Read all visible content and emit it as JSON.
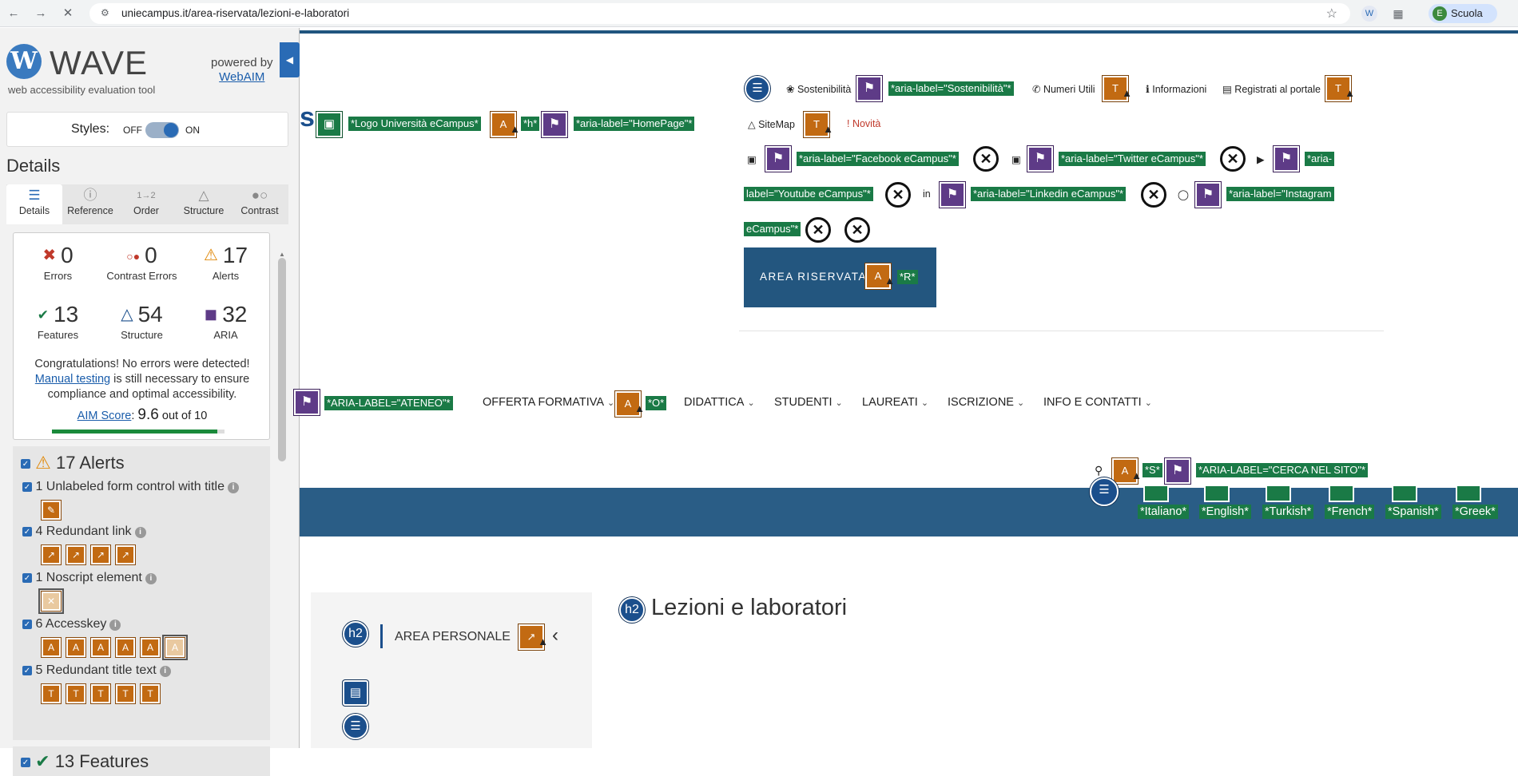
{
  "browser": {
    "url": "uniecampus.it/area-riservata/lezioni-e-laboratori",
    "profile_initial": "E",
    "profile_name": "Scuola"
  },
  "wave": {
    "logo_text": "WAVE",
    "subtitle": "web accessibility evaluation tool",
    "powered_by": "powered by",
    "webaim": "WebAIM",
    "styles_label": "Styles:",
    "styles_off": "OFF",
    "styles_on": "ON",
    "details_heading": "Details",
    "tabs": [
      {
        "label": "Details",
        "icon": "list-icon"
      },
      {
        "label": "Reference",
        "icon": "info-icon"
      },
      {
        "label": "Order",
        "icon": "order-icon"
      },
      {
        "label": "Structure",
        "icon": "structure-icon"
      },
      {
        "label": "Contrast",
        "icon": "contrast-icon"
      }
    ],
    "summary": {
      "errors": {
        "value": "0",
        "label": "Errors"
      },
      "contrast": {
        "value": "0",
        "label": "Contrast Errors"
      },
      "alerts": {
        "value": "17",
        "label": "Alerts"
      },
      "features": {
        "value": "13",
        "label": "Features"
      },
      "structure": {
        "value": "54",
        "label": "Structure"
      },
      "aria": {
        "value": "32",
        "label": "ARIA"
      }
    },
    "congrats_1": "Congratulations! No errors were detected!",
    "manual_testing": "Manual testing",
    "congrats_2": "is still necessary to ensure compliance and optimal accessibility.",
    "aim_label": "AIM Score",
    "aim_score": "9.6",
    "aim_outof": "out of 10",
    "aim_fraction": 0.96,
    "alerts_heading": "17 Alerts",
    "alert_groups": [
      {
        "label": "1 Unlabeled form control with title",
        "count": 1
      },
      {
        "label": "4 Redundant link",
        "count": 4
      },
      {
        "label": "1 Noscript element",
        "count": 1
      },
      {
        "label": "6 Accesskey",
        "count": 6
      },
      {
        "label": "5 Redundant title text",
        "count": 5
      }
    ],
    "features_heading": "13 Features"
  },
  "site": {
    "logo_chip": "*Logo Università eCampus*",
    "h_chip": "*h*",
    "homepage_chip": "*aria-label=\"HomePage\"*",
    "util": {
      "sostenibilita": "Sostenibilità",
      "sost_chip": "*aria-label=\"Sostenibilità\"*",
      "numeri": "Numeri Utili",
      "informazioni": "Informazioni",
      "registrati": "Registrati al portale",
      "sitemap": "SiteMap",
      "novita": "Novità"
    },
    "social": {
      "facebook": "*aria-label=\"Facebook eCampus\"*",
      "twitter": "*aria-label=\"Twitter eCampus\"*",
      "youtube_a": "*aria-",
      "youtube_b": "label=\"Youtube eCampus\"*",
      "linkedin": "*aria-label=\"Linkedin eCampus\"*",
      "instagram_a": "*aria-label=\"Instagram",
      "instagram_b": "eCampus\"*"
    },
    "reserved": "AREA RISERVATA",
    "reserved_chip": "*R*",
    "menu": {
      "ateneo_chip": "*ARIA-LABEL=\"ATENEO\"*",
      "offerta": "OFFERTA FORMATIVA",
      "o_chip": "*O*",
      "didattica": "DIDATTICA",
      "studenti": "STUDENTI",
      "laureati": "LAUREATI",
      "iscrizione": "ISCRIZIONE",
      "info": "INFO E CONTATTI"
    },
    "search_s_chip": "*S*",
    "search_chip": "*ARIA-LABEL=\"CERCA NEL SITO\"*",
    "languages": [
      "*Italiano*",
      "*English*",
      "*Turkish*",
      "*French*",
      "*Spanish*",
      "*Greek*"
    ],
    "area_personale": "AREA PERSONALE",
    "h2": "h2",
    "page_title": "Lezioni e laboratori"
  }
}
